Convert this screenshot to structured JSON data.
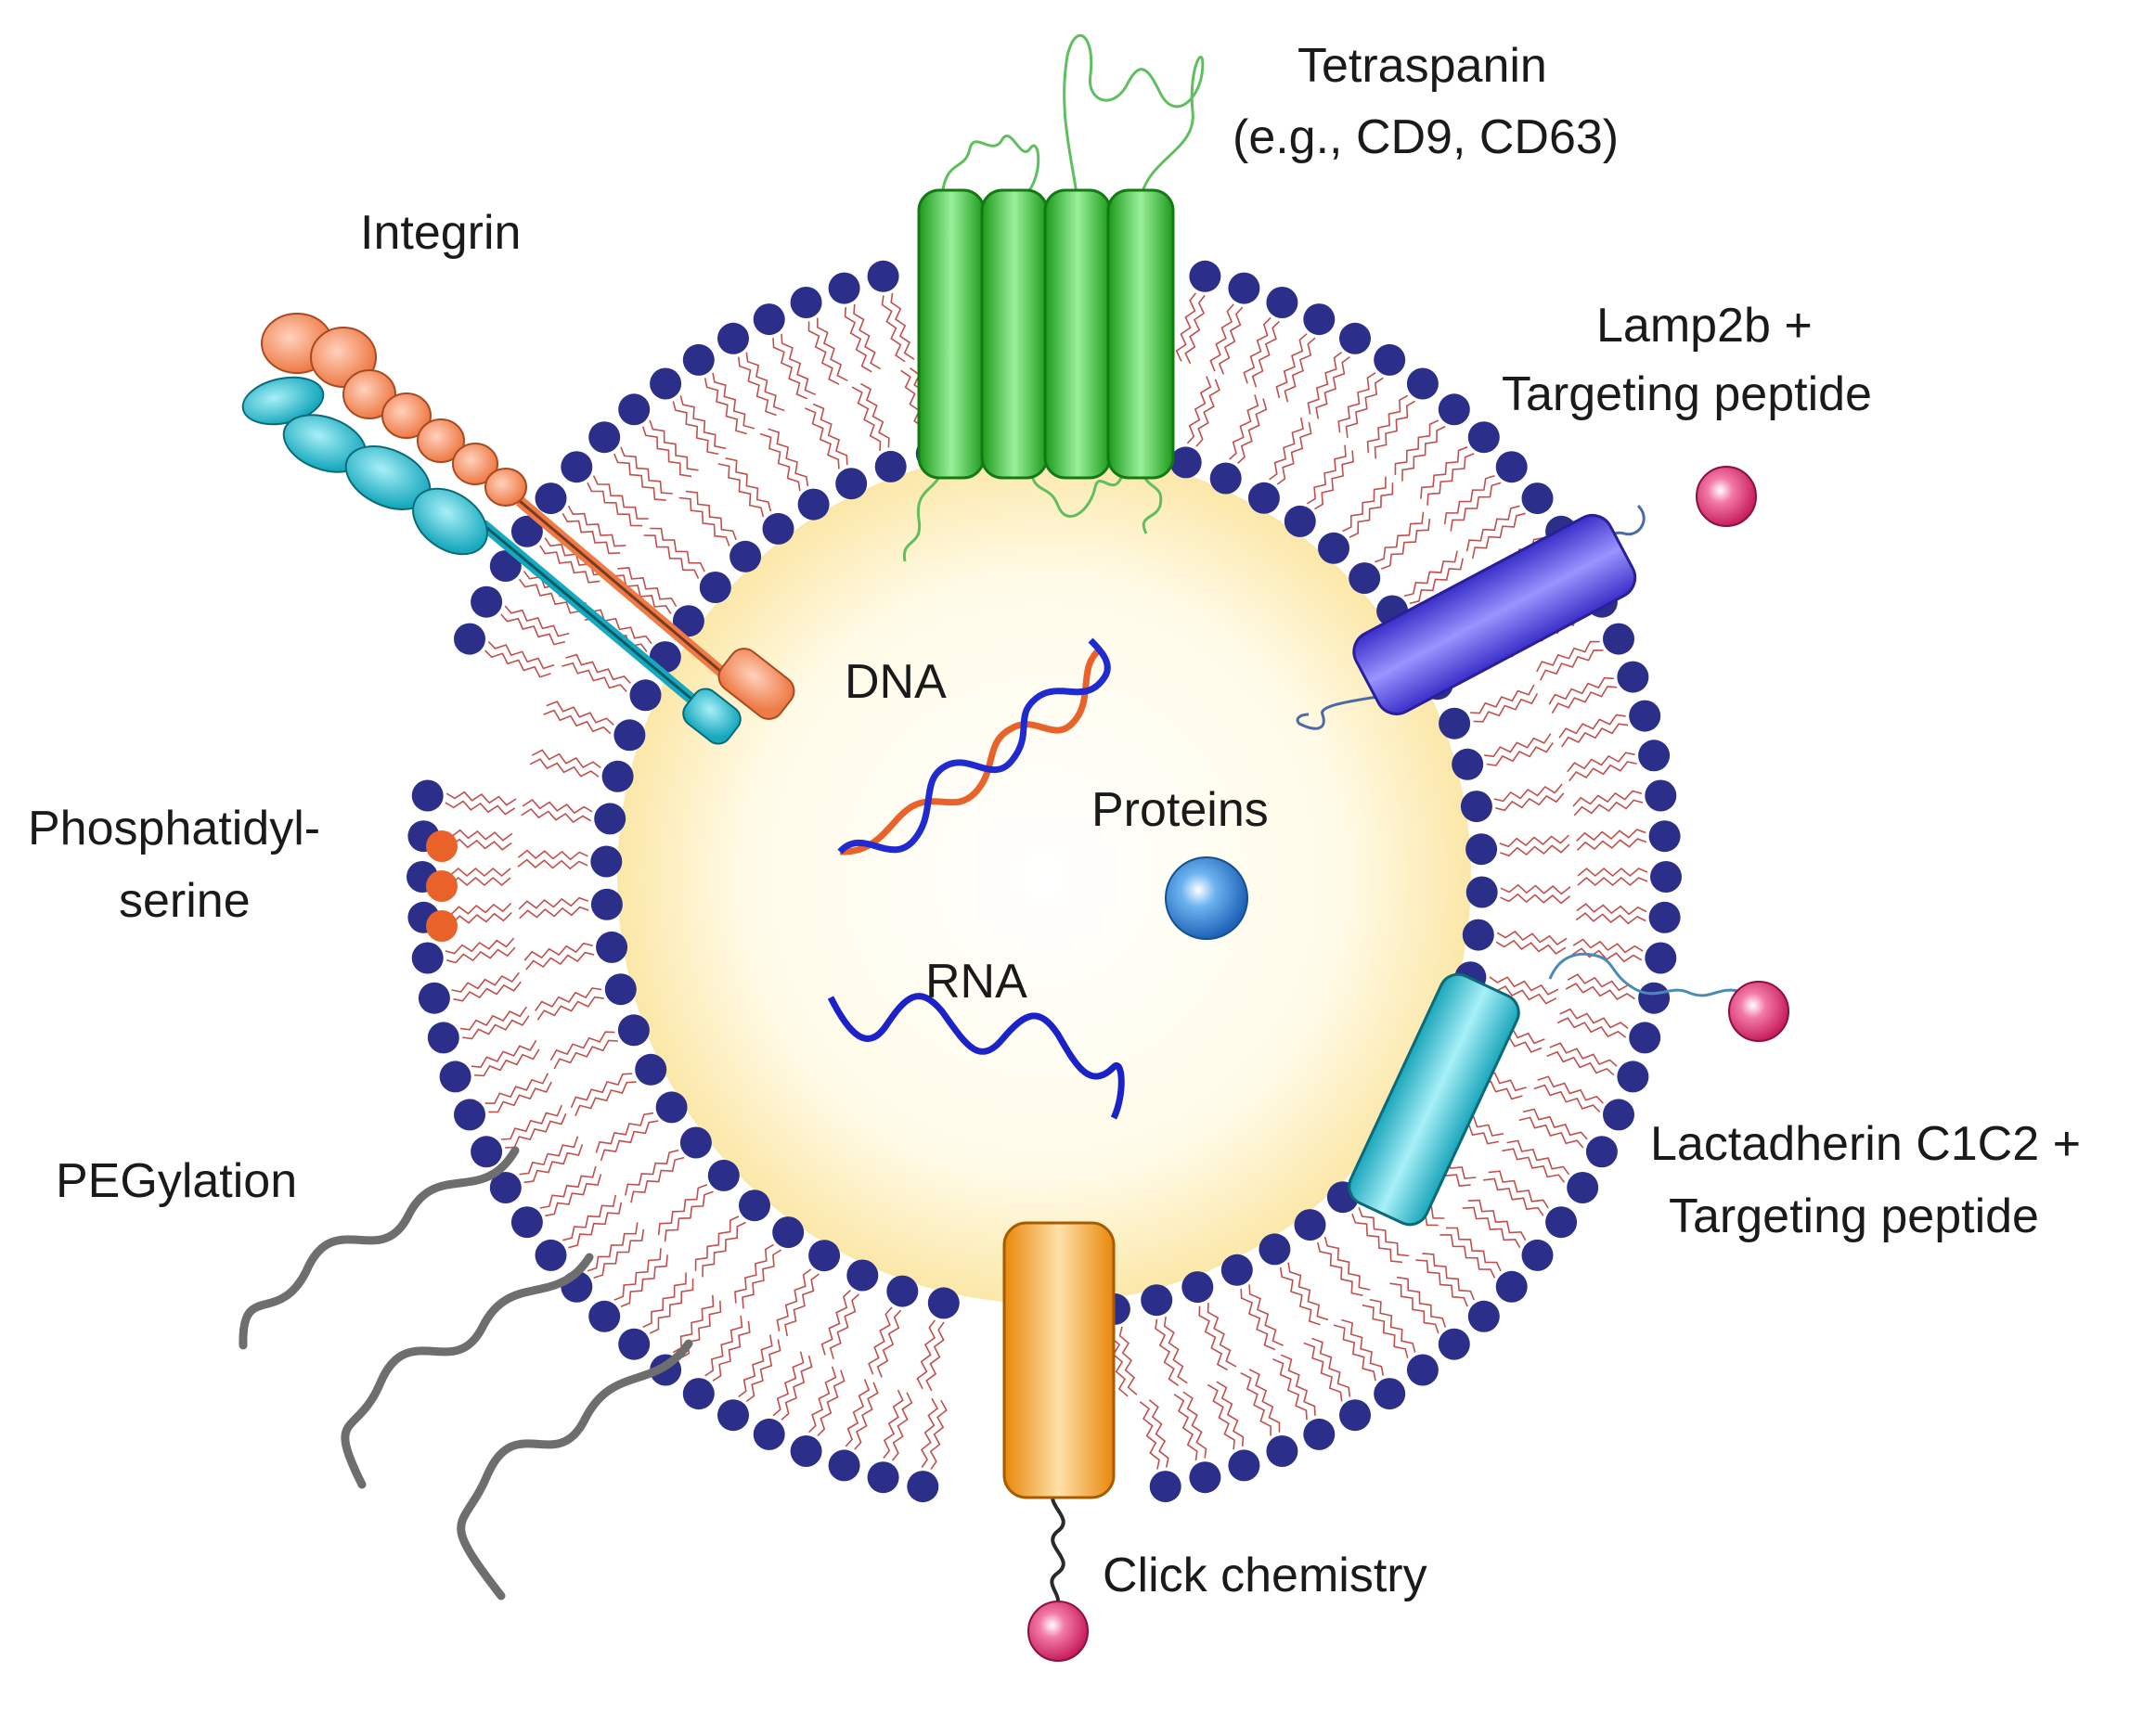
{
  "labels": {
    "tetraspanin_line1": "Tetraspanin",
    "tetraspanin_line2": "(e.g., CD9, CD63)",
    "integrin": "Integrin",
    "lamp2b_line1": "Lamp2b +",
    "lamp2b_line2": "Targeting peptide",
    "dna": "DNA",
    "proteins": "Proteins",
    "rna": "RNA",
    "phosphatidylserine_line1": "Phosphatidyl-",
    "phosphatidylserine_line2": "serine",
    "pegylation": "PEGylation",
    "lactadherin_line1": "Lactadherin C1C2 +",
    "lactadherin_line2": "Targeting peptide",
    "click_chemistry": "Click chemistry"
  },
  "colors": {
    "lipid_head": "#2b2f8a",
    "lipid_tail": "#c0504d",
    "lumen": "#fdf3c8",
    "tetraspanin": "#2eb82e",
    "integrin_alpha": "#f28a5a",
    "integrin_beta": "#22b5c9",
    "lamp2b": "#4b3fe0",
    "lactadherin": "#2ec6d9",
    "click_anchor": "#f7a10d",
    "peptide": "#e0306e",
    "phosphatidylserine": "#e8622a",
    "peg": "#6e6e6e",
    "dna_strand_1": "#1f2bd1",
    "dna_strand_2": "#e8622a",
    "rna": "#1a22c8",
    "protein": "#3b8fe0"
  }
}
